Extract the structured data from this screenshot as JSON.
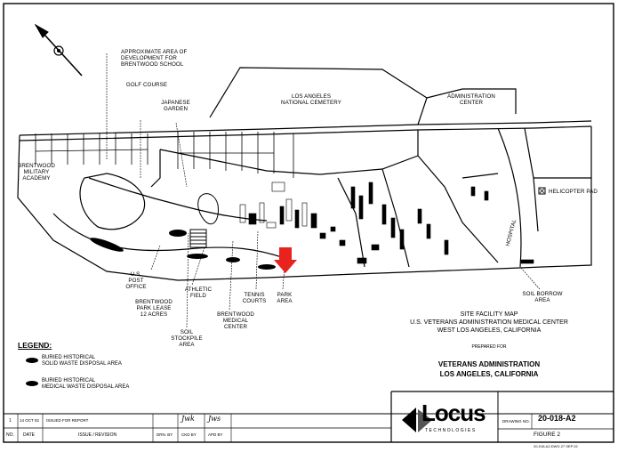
{
  "map": {
    "labels": {
      "approx_area": "APPROXIMATE AREA OF\nDEVELOPMENT FOR\nBRENTWOOD SCHOOL",
      "golf_course": "GOLF COURSE",
      "japanese_garden": "JAPANESE\nGARDEN",
      "la_cemetery": "LOS ANGELES\nNATIONAL CEMETERY",
      "admin_center": "ADMINISTRATION\nCENTER",
      "brentwood_military": "BRENTWOOD\nMILITARY\nACADEMY",
      "helicopter_pad": "HELICOPTER PAD",
      "hospital": "HOSPITAL",
      "us_post_office": "U.S.\nPOST\nOFFICE",
      "athletic_field": "ATHLETIC\nFIELD",
      "tennis_courts": "TENNIS\nCOURTS",
      "park_area": "PARK\nAREA",
      "soil_borrow": "SOIL BORROW\nAREA",
      "park_lease": "BRENTWOOD\nPARK LEASE\n12 ACRES",
      "medical_center": "BRENTWOOD\nMEDICAL\nCENTER",
      "soil_stockpile": "SOIL\nSTOCKPILE\nAREA"
    },
    "colors": {
      "arrow": "#e8221c",
      "ink": "#000000"
    }
  },
  "title": {
    "line1": "SITE FACILITY MAP",
    "line2": "U.S. VETERANS ADMINISTRATION MEDICAL CENTER",
    "line3": "WEST LOS ANGELES, CALIFORNIA",
    "prepared_for": "PREPARED FOR",
    "client1": "VETERANS ADMINISTRATION",
    "client2": "LOS ANGELES, CALIFORNIA"
  },
  "legend": {
    "title": "LEGEND:",
    "items": [
      "BURIED HISTORICAL\nSOLID WASTE DISPOSAL AREA",
      "BURIED HISTORICAL\nMEDICAL WASTE DISPOSAL AREA"
    ]
  },
  "title_block": {
    "rev_num": "1",
    "rev_date": "14 OCT 02",
    "rev_issue": "ISSUED FOR REPORT",
    "hdr_no": "NO.",
    "hdr_date": "DATE",
    "hdr_issue": "ISSUE / REVISION",
    "hdr_drn": "DRN. BY",
    "hdr_ckd": "CKD BY",
    "hdr_apd": "APD BY",
    "init1": "Jwk",
    "init2": "Jws",
    "logo": "Locus",
    "logo_sub": "TECHNOLOGIES",
    "drawing_label": "DRAWING NO.",
    "drawing_no": "20-018-A2",
    "figure": "FIGURE 2",
    "footer": "20-018-A2.DWG  27 SEP 02"
  }
}
